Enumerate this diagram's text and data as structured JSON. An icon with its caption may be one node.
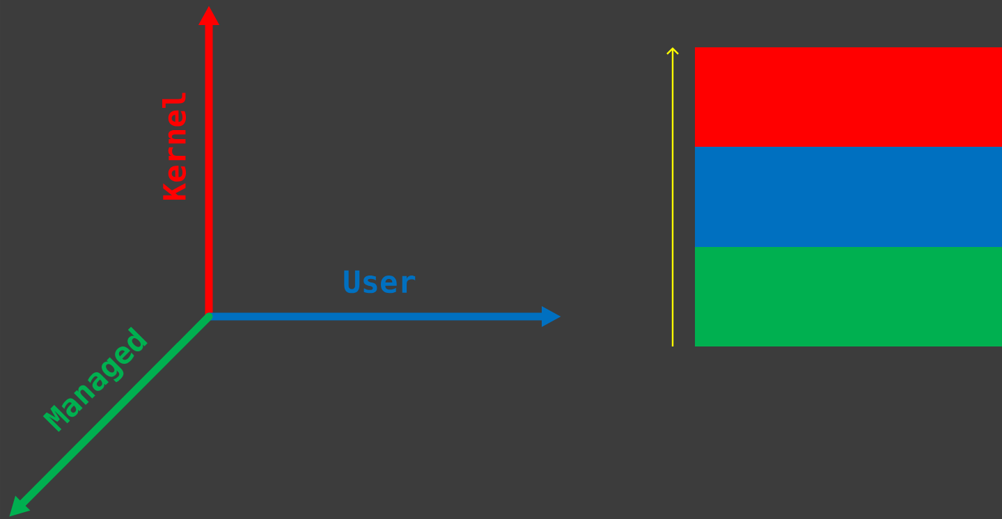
{
  "diagram": {
    "labels": [
      "Kernel",
      "User",
      "Managed"
    ]
  }
}
